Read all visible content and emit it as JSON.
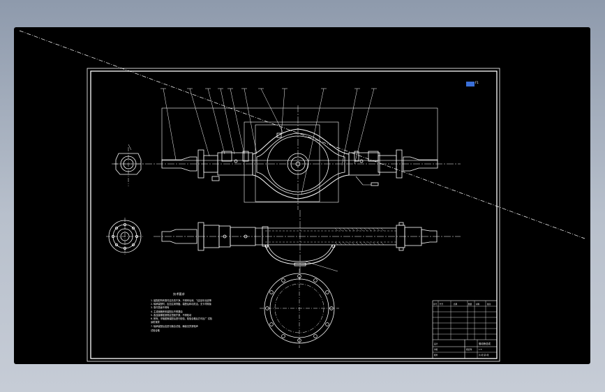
{
  "colors": {
    "background_outer_top": "#8e9aac",
    "background_outer_bottom": "#c6ccd6",
    "viewport": "#000000",
    "lines": "#ffffff",
    "dimension": "#ffffff"
  },
  "drawing": {
    "title": "",
    "corner_mark": "F1",
    "notes_heading": "技术要求",
    "notes_lines": [
      "1. 装配前所有零件应清洗干净，不得有毛刺、飞边及氧化皮等",
      "2. 轴承装配时，应加注润滑脂，装配后转动灵活，无卡滞现象",
      "3. 零件表面不得有",
      "4. 主减速器壳体装配后不得漏油",
      "5. 各连接螺栓按规定扭矩拧紧，不得松动",
      "6. 桥壳、半轴套管装配后进行检验，检验合格后方可出厂 试验",
      "涂防锈漆",
      "7. 轴承装配后应进行磨合试验，确保无异常噪声",
      "试验合格"
    ],
    "title_block": {
      "drawing_name": "驱动桥总成",
      "material": "组合件",
      "scale": "1:5",
      "sheet_label": "共1张 第1张",
      "designer_label": "设计",
      "checker_label": "审核",
      "approver_label": "批准"
    },
    "parts_list_header": [
      "序号",
      "代号",
      "名称",
      "数量",
      "材料",
      "备注"
    ]
  }
}
